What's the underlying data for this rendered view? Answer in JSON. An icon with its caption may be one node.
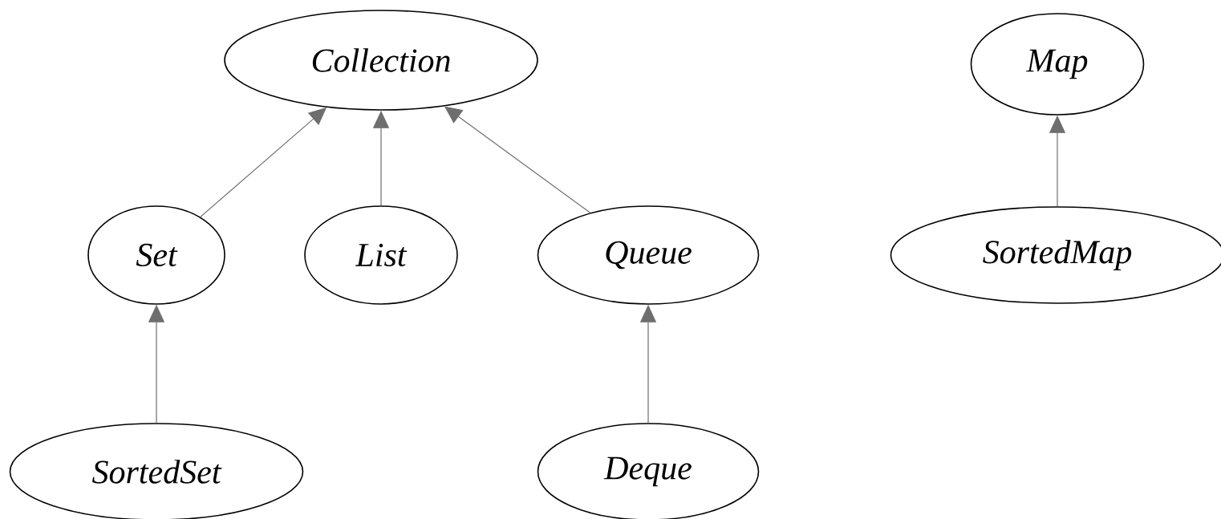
{
  "diagram": {
    "nodes": [
      {
        "text": [
          "Collection"
        ]
      },
      {
        "text": [
          "Set"
        ]
      },
      {
        "text": [
          "List"
        ]
      },
      {
        "text": [
          "Queue"
        ]
      },
      {
        "text": [
          "SortedSet"
        ]
      },
      {
        "text": [
          "Deque"
        ]
      },
      {
        "text": [
          "Map"
        ]
      },
      {
        "text": [
          "SortedMap"
        ]
      }
    ],
    "edges": [
      {
        "from": 1,
        "to": 0,
        "arrow": "to"
      },
      {
        "from": 2,
        "to": 0,
        "arrow": "to"
      },
      {
        "from": 3,
        "to": 0,
        "arrow": "to"
      },
      {
        "from": 4,
        "to": 1,
        "arrow": "to"
      },
      {
        "from": 5,
        "to": 3,
        "arrow": "to"
      },
      {
        "from": 7,
        "to": 6,
        "arrow": "to"
      }
    ]
  }
}
